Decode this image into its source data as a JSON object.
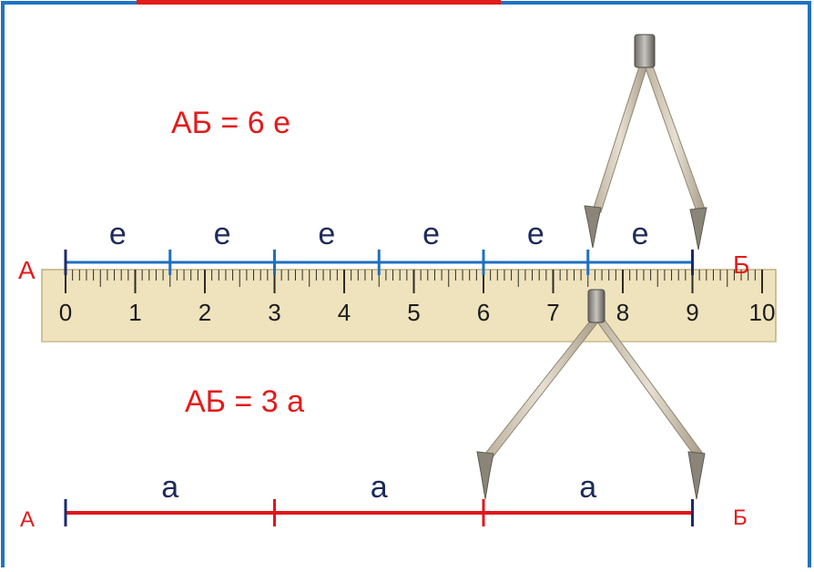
{
  "equation_top": "АБ = 6 е",
  "equation_bottom": "АБ = 3 а",
  "top_segment": {
    "start_label": "А",
    "end_label": "Б",
    "unit_label": "е",
    "unit_count": 6,
    "unit_length_cm": 1.5,
    "color": "#1f6fc0"
  },
  "ruler": {
    "min": 0,
    "max": 10,
    "tick_labels": [
      "0",
      "1",
      "2",
      "3",
      "4",
      "5",
      "6",
      "7",
      "8",
      "9",
      "10"
    ],
    "color": "#efe3bd"
  },
  "bottom_segment": {
    "start_label": "А",
    "end_label": "Б",
    "unit_label": "а",
    "unit_count": 3,
    "unit_length_cm": 3,
    "color": "#e0161d"
  },
  "colors": {
    "frame": "#1f73c4",
    "equation": "#e31b1b",
    "unit_letter": "#1d2a5a",
    "endpoint_label": "#e31b1b"
  }
}
